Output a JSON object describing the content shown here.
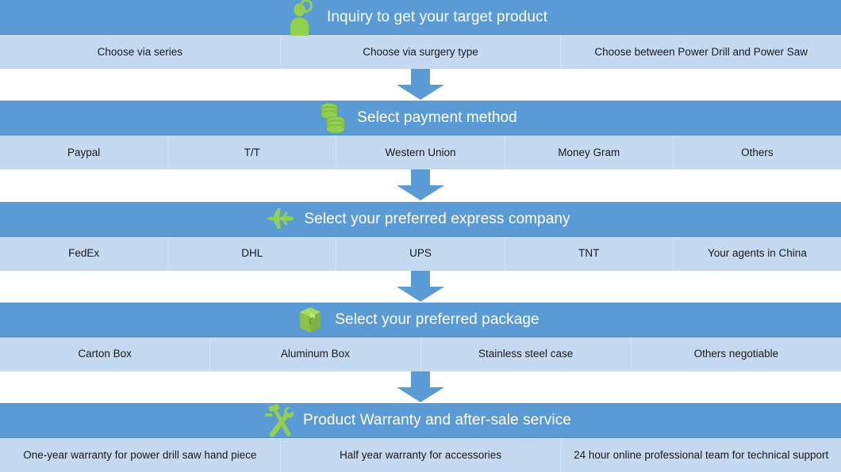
{
  "colors": {
    "header_bar": "#5B9BD5",
    "options_bar": "#C5D9F1",
    "icon_green": "#92D050",
    "arrow_blue": "#5B9BD5",
    "title_text": "#FFFFFF",
    "option_text": "#1A1A1A"
  },
  "stages": [
    {
      "icon": "customer-service-person-icon",
      "title": "Inquiry to get your target product",
      "options": [
        {
          "label": "Choose via series",
          "flex": 1
        },
        {
          "label": "Choose via surgery type",
          "flex": 1
        },
        {
          "label": "Choose  between Power Drill and Power Saw",
          "flex": 1
        }
      ]
    },
    {
      "icon": "coins-stack-icon",
      "title": "Select payment method",
      "options": [
        {
          "label": "Paypal",
          "flex": 1
        },
        {
          "label": "T/T",
          "flex": 1
        },
        {
          "label": "Western Union",
          "flex": 1
        },
        {
          "label": "Money Gram",
          "flex": 1
        },
        {
          "label": "Others",
          "flex": 1
        }
      ]
    },
    {
      "icon": "airplane-icon",
      "title": "Select your preferred express company",
      "options": [
        {
          "label": "FedEx",
          "flex": 1
        },
        {
          "label": "DHL",
          "flex": 1
        },
        {
          "label": "UPS",
          "flex": 1
        },
        {
          "label": "TNT",
          "flex": 1
        },
        {
          "label": "Your agents in China",
          "flex": 1
        }
      ]
    },
    {
      "icon": "package-box-icon",
      "title": "Select your preferred package",
      "options": [
        {
          "label": "Carton Box",
          "flex": 1
        },
        {
          "label": "Aluminum Box",
          "flex": 1
        },
        {
          "label": "Stainless steel case",
          "flex": 1
        },
        {
          "label": "Others negotiable",
          "flex": 1
        }
      ]
    },
    {
      "icon": "hammer-wrench-tools-icon",
      "title": "Product Warranty and after-sale service",
      "options": [
        {
          "label": "One-year warranty for power drill saw hand piece",
          "flex": 1
        },
        {
          "label": "Half year warranty for accessories",
          "flex": 1
        },
        {
          "label": "24 hour online professional team for technical support",
          "flex": 1
        }
      ]
    }
  ],
  "connectors": [
    {
      "name": "arrow-down-1"
    },
    {
      "name": "arrow-down-2"
    },
    {
      "name": "arrow-down-3"
    },
    {
      "name": "arrow-down-4"
    }
  ]
}
